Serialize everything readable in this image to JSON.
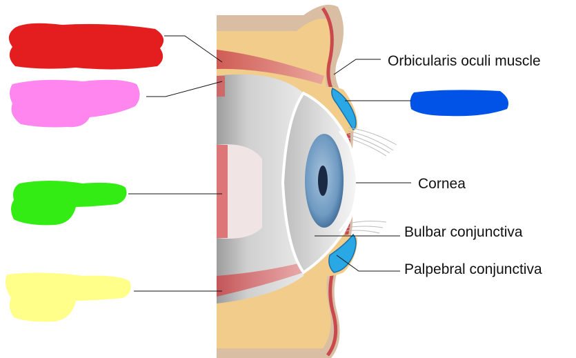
{
  "labels": {
    "orbicularis": "Orbicularis oculi muscle",
    "cornea": "Cornea",
    "bulbar": "Bulbar conjunctiva",
    "palpebral": "Palpebral conjunctiva"
  },
  "masks": [
    {
      "name": "red-label-mask",
      "color": "#e41e1e"
    },
    {
      "name": "pink-label-mask",
      "color": "#ff85ef"
    },
    {
      "name": "green-label-mask",
      "color": "#33ec14"
    },
    {
      "name": "yellow-label-mask",
      "color": "#ffff8a"
    },
    {
      "name": "blue-label-mask",
      "color": "#0053e6"
    }
  ],
  "colors": {
    "skin": "#d9bea3",
    "fat": "#f1cc8b",
    "muscle": "#c9494c",
    "conjunctiva": "#2aa7e5",
    "iris": "#6f9ac2",
    "sclera": "#d5d5d5"
  }
}
